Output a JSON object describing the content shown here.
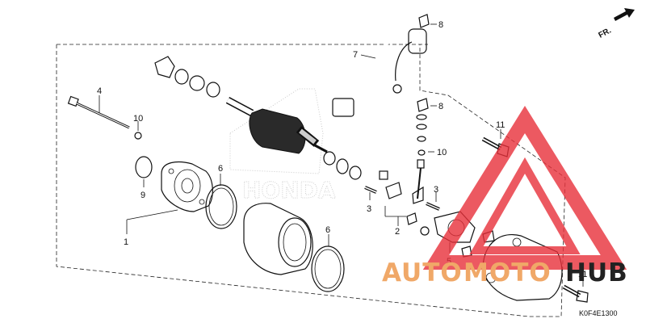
{
  "direction_label": "FR.",
  "diagram_code": "K0F4E1300",
  "callouts": [
    {
      "id": "1",
      "label": "1"
    },
    {
      "id": "2",
      "label": "2"
    },
    {
      "id": "3a",
      "label": "3"
    },
    {
      "id": "3b",
      "label": "3"
    },
    {
      "id": "4",
      "label": "4"
    },
    {
      "id": "5",
      "label": "5"
    },
    {
      "id": "6a",
      "label": "6"
    },
    {
      "id": "6b",
      "label": "6"
    },
    {
      "id": "7",
      "label": "7"
    },
    {
      "id": "8a",
      "label": "8"
    },
    {
      "id": "8b",
      "label": "8"
    },
    {
      "id": "9",
      "label": "9"
    },
    {
      "id": "10a",
      "label": "10"
    },
    {
      "id": "10b",
      "label": "10"
    },
    {
      "id": "11a",
      "label": "11"
    },
    {
      "id": "11b",
      "label": "11"
    }
  ],
  "watermark": {
    "part1": "AUTO",
    "part2": "MOTO",
    "part3": "HUB",
    "color_main": "#f0a868",
    "color_accent": "#e8303a",
    "color_dark": "#222222"
  },
  "stamp_text": "HONDA"
}
